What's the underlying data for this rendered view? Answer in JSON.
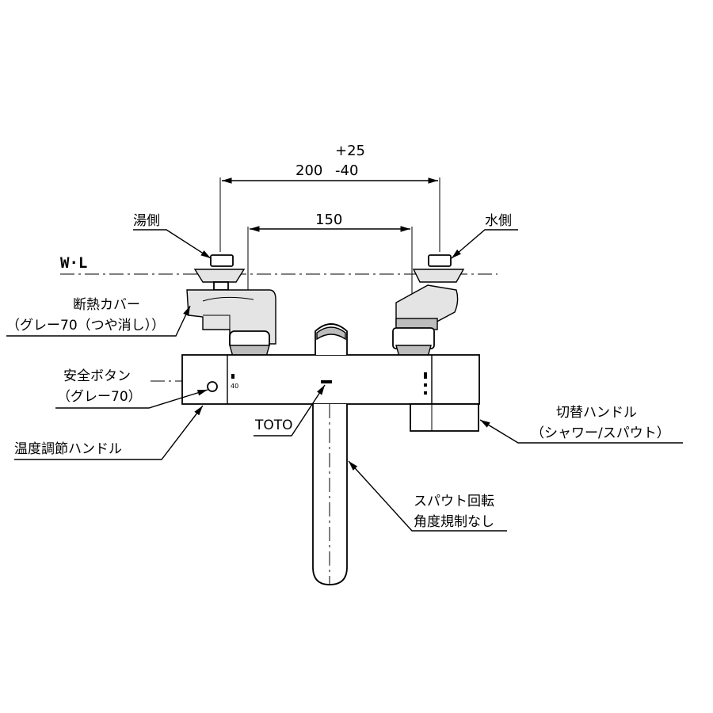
{
  "dimensions": {
    "overall_tolerance_plus": "+25",
    "overall_value": "200",
    "overall_tolerance_minus": "-40",
    "inner_value": "150"
  },
  "reference": {
    "water_level": "W·L"
  },
  "labels": {
    "hot_side": "湯側",
    "cold_side": "水側",
    "insulation_cover_line1": "断熱カバー",
    "insulation_cover_line2": "（グレー70（つや消し））",
    "safety_button_line1": "安全ボタン",
    "safety_button_line2": "（グレー70）",
    "temperature_handle": "温度調節ハンドル",
    "brand": "TOTO",
    "switch_handle_line1": "切替ハンドル",
    "switch_handle_line2": "（シャワー/スパウト）",
    "spout_line1": "スパウト回転",
    "spout_line2": "角度規制なし",
    "dial_mark": "40"
  }
}
